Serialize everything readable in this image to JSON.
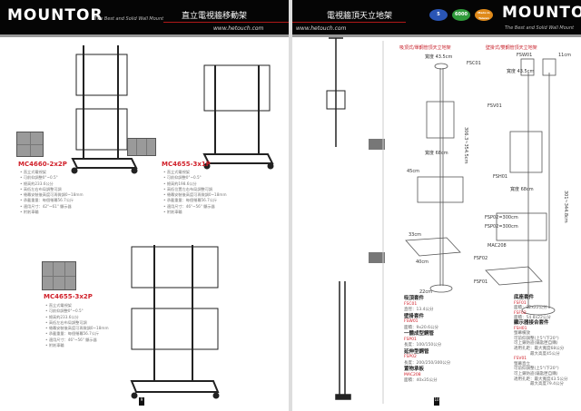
{
  "left_page": {
    "brand": "MOUNTOR",
    "tagline": "The Best and Solid Wall Mount",
    "title": "直立電視牆移動架",
    "url": "www.hetouch.com",
    "page_number": "9",
    "products": [
      {
        "model": "MC4660-2x2P",
        "features": [
          "直立式電視架",
          "可前仰調整0°~0.5°",
          "總高約233.6公分",
          "高低左右布局調整可調",
          "螢幕安裝後高度可再微調0~18mm",
          "承載重量：每個螢幕56.7公斤",
          "適用尺寸：42\"~61\" 顯示器",
          "附剎車輪"
        ]
      },
      {
        "model": "MC4655-3x1P",
        "features": [
          "直立式電視架",
          "可前仰調整0°~0.5°",
          "總高約198.6公分",
          "高低位置左右布局調整可調",
          "螢幕安裝後高度可再微調0~18mm",
          "承載重量：每個螢幕56.7公斤",
          "適用尺寸：46\"~56\" 顯示器",
          "附剎車輪"
        ]
      },
      {
        "model": "MC4655-3x2P",
        "features": [
          "直立式電視架",
          "可前仰調整0°~0.5°",
          "總高約233.6公分",
          "高低左右布局調整可調",
          "螢幕安裝後高度可再微調0~18mm",
          "承載重量：每個螢幕56.7公斤",
          "適用尺寸：46\"~56\" 顯示器",
          "附剎車輪"
        ]
      }
    ]
  },
  "right_page": {
    "title": "電視牆頂天立地架",
    "url": "www.hetouch.com",
    "brand": "MOUNTOR",
    "tagline": "The Best and Solid Wall Mount",
    "badges": [
      "5",
      "6000",
      "Made in Taiwan"
    ],
    "page_number": "10",
    "section_ceiling": "吸頂式/單鋼管頂天立地架",
    "section_wall": "壁掛式/雙鋼管頂天立地架",
    "diagram_labels": [
      "FSC01",
      "FSW01",
      "FSV01",
      "FSH01",
      "FSP02=300cm",
      "FSP02=300cm",
      "MAC208",
      "FSF02",
      "FSF01",
      "寬度 43.5cm",
      "寬度 43.5cm",
      "寬度 68cm",
      "寬度 68cm",
      "306.3~354.5cm",
      "301~344.8cm",
      "45cm",
      "33cm",
      "40cm",
      "22cm",
      "11cm"
    ],
    "specs_left": [
      {
        "name": "吸頂套件",
        "code": "FSC01",
        "detail": "直徑：13.4公分"
      },
      {
        "name": "壁掛套件",
        "code": "FSW01",
        "detail": "面積：9x20.6公分"
      },
      {
        "name": "一體成型鋼管",
        "code": "FSP01",
        "detail": "長度：100/150公分"
      },
      {
        "name": "延伸型鋼管",
        "code": "FSP02",
        "detail": "長度：200/250/300公分"
      },
      {
        "name": "置物承板",
        "code": "MAC208",
        "detail": "面積：40x35公分"
      }
    ],
    "specs_right": {
      "base_name": "底座套件",
      "base": [
        {
          "code": "FSF01",
          "detail": "面積：22x22公分"
        },
        {
          "code": "FSF02",
          "detail": "面積：54.8x22公分"
        }
      ],
      "display_name": "顯示器接合套件",
      "display": [
        {
          "code": "FSH01",
          "features": [
            "螢幕橫放",
            "可前仰調整(上5°/下20°)",
            "可上鎖防盜(鑰匙匣自購)",
            "適用孔距：最大寬度68公分",
            "最大高度45公分"
          ]
        },
        {
          "code": "FSV01",
          "features": [
            "螢幕直立",
            "可前仰調整(上5°/下20°)",
            "可上鎖防盜(鑰匙匣自購)",
            "適用孔距：最大寬度43.5公分",
            "最大高度79.4公分"
          ]
        }
      ]
    }
  }
}
